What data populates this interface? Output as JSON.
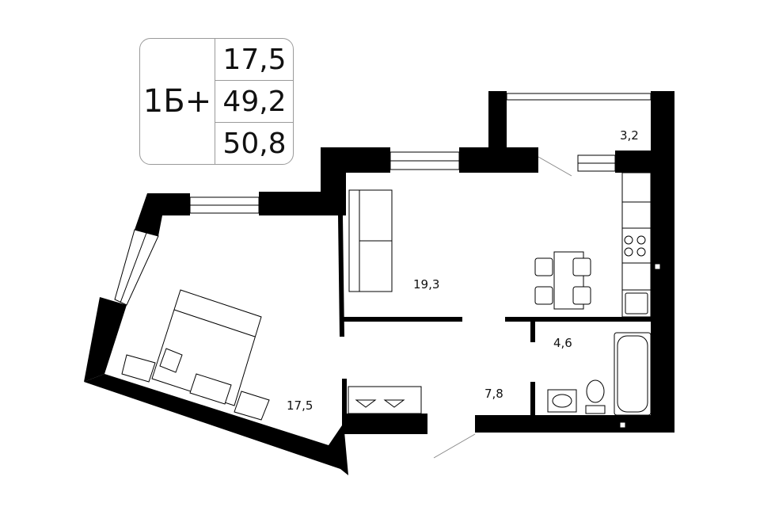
{
  "summary": {
    "apartment_type": "1Б+",
    "living_area": "17,5",
    "total_area": "49,2",
    "area_with_balcony": "50,8"
  },
  "rooms": {
    "bedroom": "17,5",
    "living_kitchen": "19,3",
    "balcony": "3,2",
    "bathroom": "4,6",
    "hallway": "7,8"
  }
}
